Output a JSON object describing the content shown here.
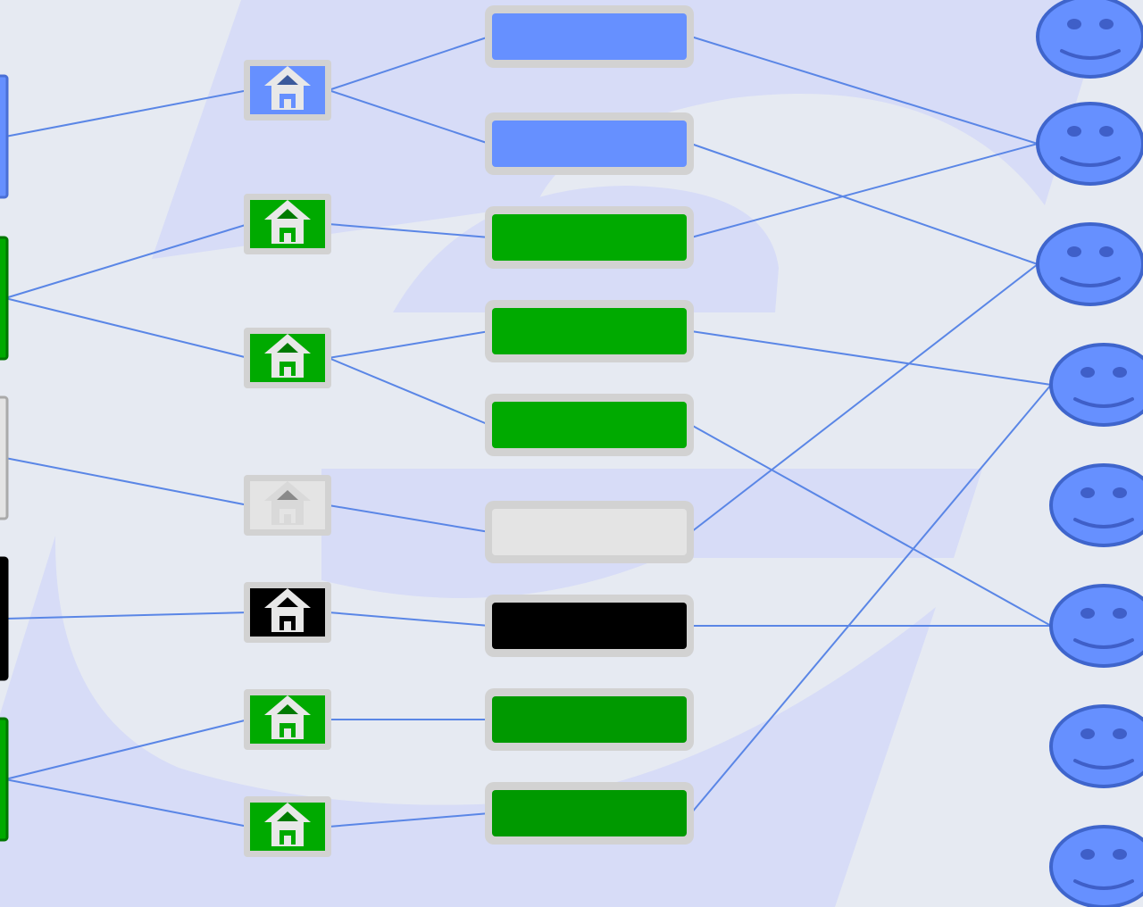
{
  "watermark": {
    "color": "#d7dcf7"
  },
  "diagram": {
    "link_color": "#5a86e6",
    "colors": {
      "blue": "#6690ff",
      "blue_border": "#4a6fd6",
      "green": "#00aa00",
      "green_dark": "#009900",
      "green_border": "#007700",
      "gray": "#e4e4e4",
      "gray_border": "#aaaaaa",
      "black": "#000000",
      "frame": "#d2d2d2",
      "face": "#6690ff",
      "face_border": "#3f65cc",
      "face_feature": "#3f5fc8"
    },
    "sources": [
      {
        "id": "s-blue",
        "color": "blue"
      },
      {
        "id": "s-green-1",
        "color": "green"
      },
      {
        "id": "s-gray",
        "color": "gray"
      },
      {
        "id": "s-black",
        "color": "black"
      },
      {
        "id": "s-green-2",
        "color": "green"
      }
    ],
    "houses": [
      {
        "id": "h1",
        "color": "blue",
        "source": "s-blue"
      },
      {
        "id": "h2",
        "color": "green",
        "source": "s-green-1"
      },
      {
        "id": "h3",
        "color": "green",
        "source": "s-green-1"
      },
      {
        "id": "h4",
        "color": "gray",
        "source": "s-gray"
      },
      {
        "id": "h5",
        "color": "black",
        "source": "s-black"
      },
      {
        "id": "h6",
        "color": "green",
        "source": "s-green-2"
      },
      {
        "id": "h7",
        "color": "green",
        "source": "s-green-2"
      }
    ],
    "bars": [
      {
        "id": "b1",
        "color": "blue",
        "house": "h1"
      },
      {
        "id": "b2",
        "color": "blue",
        "house": "h1"
      },
      {
        "id": "b3",
        "color": "green",
        "house": "h2"
      },
      {
        "id": "b4",
        "color": "green",
        "house": "h3"
      },
      {
        "id": "b5",
        "color": "green",
        "house": "h3"
      },
      {
        "id": "b6",
        "color": "gray",
        "house": "h4"
      },
      {
        "id": "b7",
        "color": "black",
        "house": "h5"
      },
      {
        "id": "b8",
        "color": "green_dark",
        "house": "h6"
      },
      {
        "id": "b9",
        "color": "green_dark",
        "house": "h7"
      }
    ],
    "faces": [
      {
        "id": "f1"
      },
      {
        "id": "f2"
      },
      {
        "id": "f3"
      },
      {
        "id": "f4"
      },
      {
        "id": "f5"
      },
      {
        "id": "f6"
      },
      {
        "id": "f7"
      },
      {
        "id": "f8"
      }
    ],
    "bar_to_face": [
      [
        "b1",
        "f2"
      ],
      [
        "b2",
        "f3"
      ],
      [
        "b3",
        "f2"
      ],
      [
        "b4",
        "f4"
      ],
      [
        "b5",
        "f6"
      ],
      [
        "b6",
        "f3"
      ],
      [
        "b7",
        "f6"
      ],
      [
        "b9",
        "f4"
      ]
    ]
  }
}
